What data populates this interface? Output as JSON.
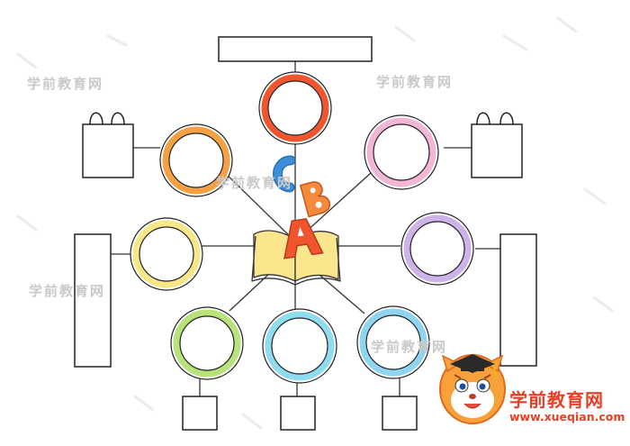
{
  "watermark": {
    "text": "学前教育网"
  },
  "brand": {
    "name": "学前教育网",
    "url": "www.xueqian.com"
  },
  "letters": [
    "A",
    "B",
    "C"
  ],
  "colors": {
    "top_circle": "#f0552e",
    "upper_left_circle": "#f7a043",
    "upper_right_circle": "#f3b6d6",
    "mid_left_circle": "#f6e887",
    "mid_right_circle": "#cdb3ea",
    "bottom_left_circle": "#b8e27a",
    "bottom_center_circle": "#8ddcf0",
    "bottom_right_circle": "#8fd5ef",
    "book": "#fbe68e",
    "letter_a": "#f0552e",
    "letter_b": "#f48a3a",
    "letter_c": "#3b8fd8",
    "brand": "#e83f25"
  },
  "icons": [
    "open-book-icon",
    "graduation-cap-icon",
    "tiger-mascot-icon"
  ]
}
